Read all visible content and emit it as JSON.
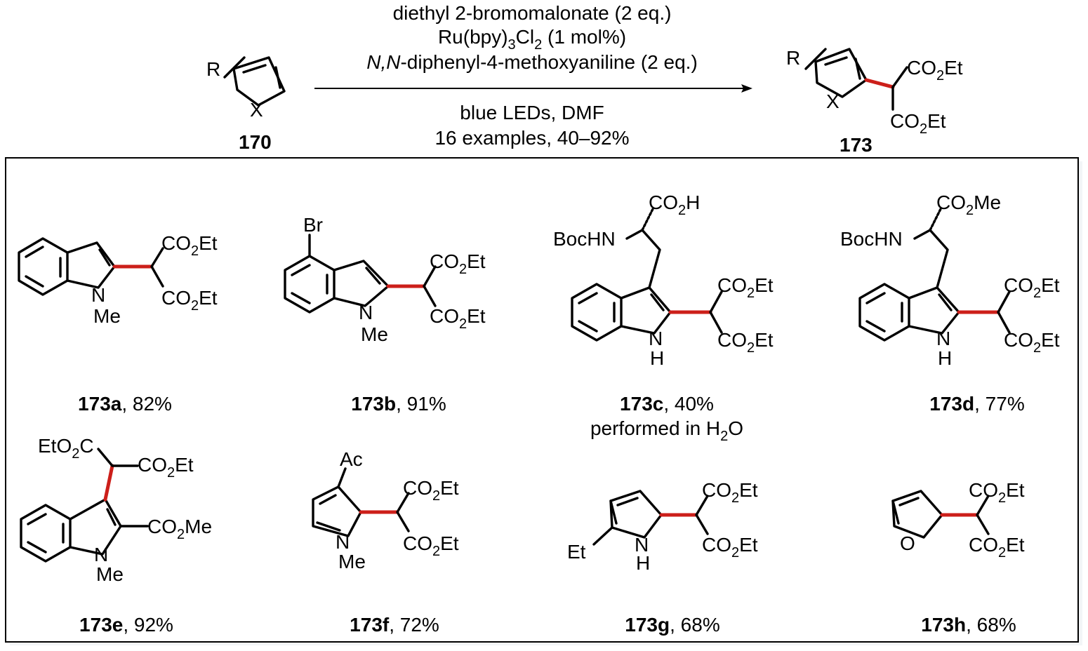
{
  "reaction": {
    "reagent_line1": "diethyl 2-bromomalonate (2 eq.)",
    "reagent_line2_a": "Ru(bpy)",
    "reagent_line2_sub1": "3",
    "reagent_line2_b": "Cl",
    "reagent_line2_sub2": "2",
    "reagent_line2_c": " (1 mol%)",
    "reagent_line3_italic": "N,N",
    "reagent_line3_rest": "-diphenyl-4-methoxyaniline (2 eq.)",
    "conditions_line1": "blue LEDs, DMF",
    "conditions_line2": "16 examples, 40–92%",
    "start_label": "170",
    "product_label": "173",
    "start_R": "R",
    "start_X": "X",
    "co2et_main": "CO",
    "sub2": "2",
    "et": "Et",
    "me": "Me",
    "h": "H",
    "h2o_sub": "2"
  },
  "examples": [
    {
      "id": "173a",
      "yield": ", 82%"
    },
    {
      "id": "173b",
      "yield": ", 91%"
    },
    {
      "id": "173c",
      "yield": ", 40%",
      "note": "performed in H"
    },
    {
      "id": "173d",
      "yield": ", 77%"
    },
    {
      "id": "173e",
      "yield": ", 92%"
    },
    {
      "id": "173f",
      "yield": ", 72%"
    },
    {
      "id": "173g",
      "yield": ", 68%"
    },
    {
      "id": "173h",
      "yield": ", 68%"
    }
  ],
  "labels": {
    "br": "Br",
    "ac": "Ac",
    "n": "N",
    "o": "O",
    "nh_n": "N",
    "bochn": "BocHN",
    "co2h_tail": "H",
    "co2me_tail": "Me",
    "eto2c_a": "EtO",
    "eto2c_b": "C",
    "o_short": "O"
  },
  "colors": {
    "new_bond": "#cc1f1a",
    "frame_shadow": "#c8d0d8"
  }
}
